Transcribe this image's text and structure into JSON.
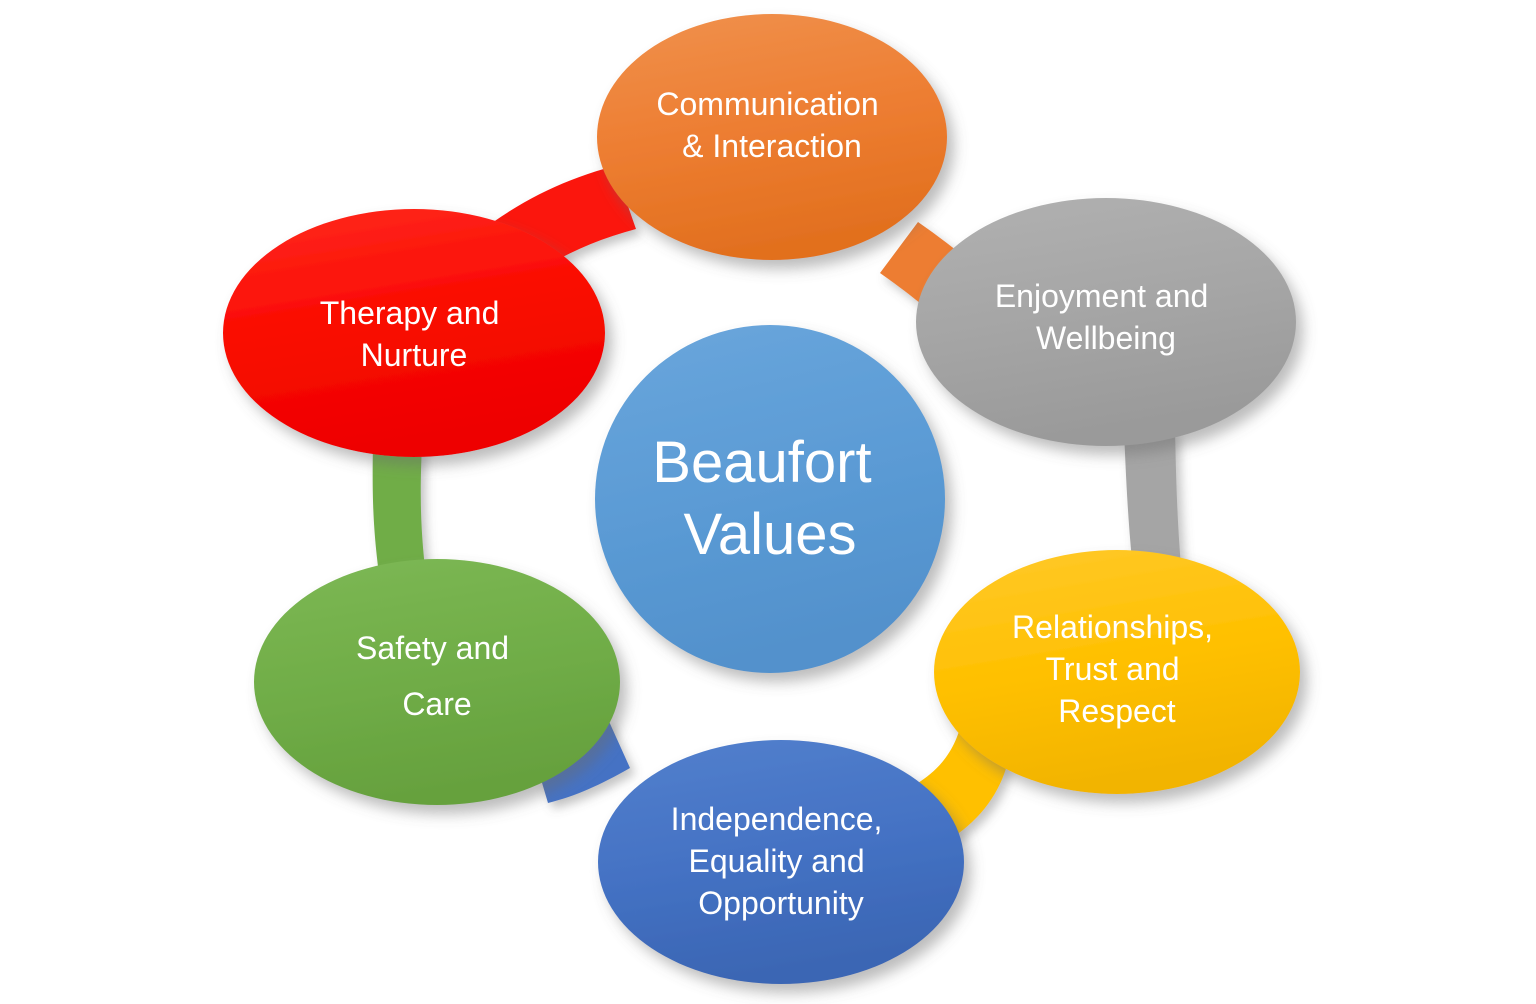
{
  "diagram": {
    "title": "Beaufort Values",
    "type": "radial-cycle",
    "background_color": "#FFFFFF",
    "hub": {
      "name": "beaufort-values-hub",
      "lines": [
        "Beaufort",
        "Values"
      ],
      "color": "#5B9BD5",
      "text_color": "#FFFFFF",
      "shape": "circle"
    },
    "nodes": [
      {
        "id": "communication-interaction",
        "lines": [
          "Communication",
          "& Interaction"
        ],
        "color": "#ED7D31",
        "text_color": "#FFFFFF",
        "position": "top"
      },
      {
        "id": "enjoyment-wellbeing",
        "lines": [
          "Enjoyment and",
          "Wellbeing"
        ],
        "color": "#A5A5A5",
        "text_color": "#FFFFFF",
        "position": "top-right"
      },
      {
        "id": "relationships-trust-respect",
        "lines": [
          "Relationships,",
          "Trust and",
          "Respect"
        ],
        "color": "#FFC000",
        "text_color": "#FFFFFF",
        "position": "bottom-right"
      },
      {
        "id": "independence-equality-opportunity",
        "lines": [
          "Independence,",
          "Equality and",
          "Opportunity"
        ],
        "color": "#4472C4",
        "text_color": "#FFFFFF",
        "position": "bottom"
      },
      {
        "id": "safety-care",
        "lines": [
          "Safety and",
          "Care"
        ],
        "color": "#70AD47",
        "text_color": "#FFFFFF",
        "position": "bottom-left"
      },
      {
        "id": "therapy-nurture",
        "lines": [
          "Therapy and",
          "Nurture"
        ],
        "color": "#FF0000",
        "text_color": "#FFFFFF",
        "position": "top-left"
      }
    ],
    "connectors": [
      {
        "id": "connector-therapy-to-communication",
        "from": "therapy-nurture",
        "to": "communication-interaction",
        "color": "#FF2A1E"
      },
      {
        "id": "connector-communication-to-enjoyment",
        "from": "communication-interaction",
        "to": "enjoyment-wellbeing",
        "color": "#ED7D31"
      },
      {
        "id": "connector-enjoyment-to-relationships",
        "from": "enjoyment-wellbeing",
        "to": "relationships-trust-respect",
        "color": "#A5A5A5"
      },
      {
        "id": "connector-relationships-to-independence",
        "from": "relationships-trust-respect",
        "to": "independence-equality-opportunity",
        "color": "#FFC000"
      },
      {
        "id": "connector-independence-to-safety",
        "from": "independence-equality-opportunity",
        "to": "safety-care",
        "color": "#4472C4"
      },
      {
        "id": "connector-safety-to-therapy",
        "from": "safety-care",
        "to": "therapy-nurture",
        "color": "#70AD47"
      }
    ]
  }
}
